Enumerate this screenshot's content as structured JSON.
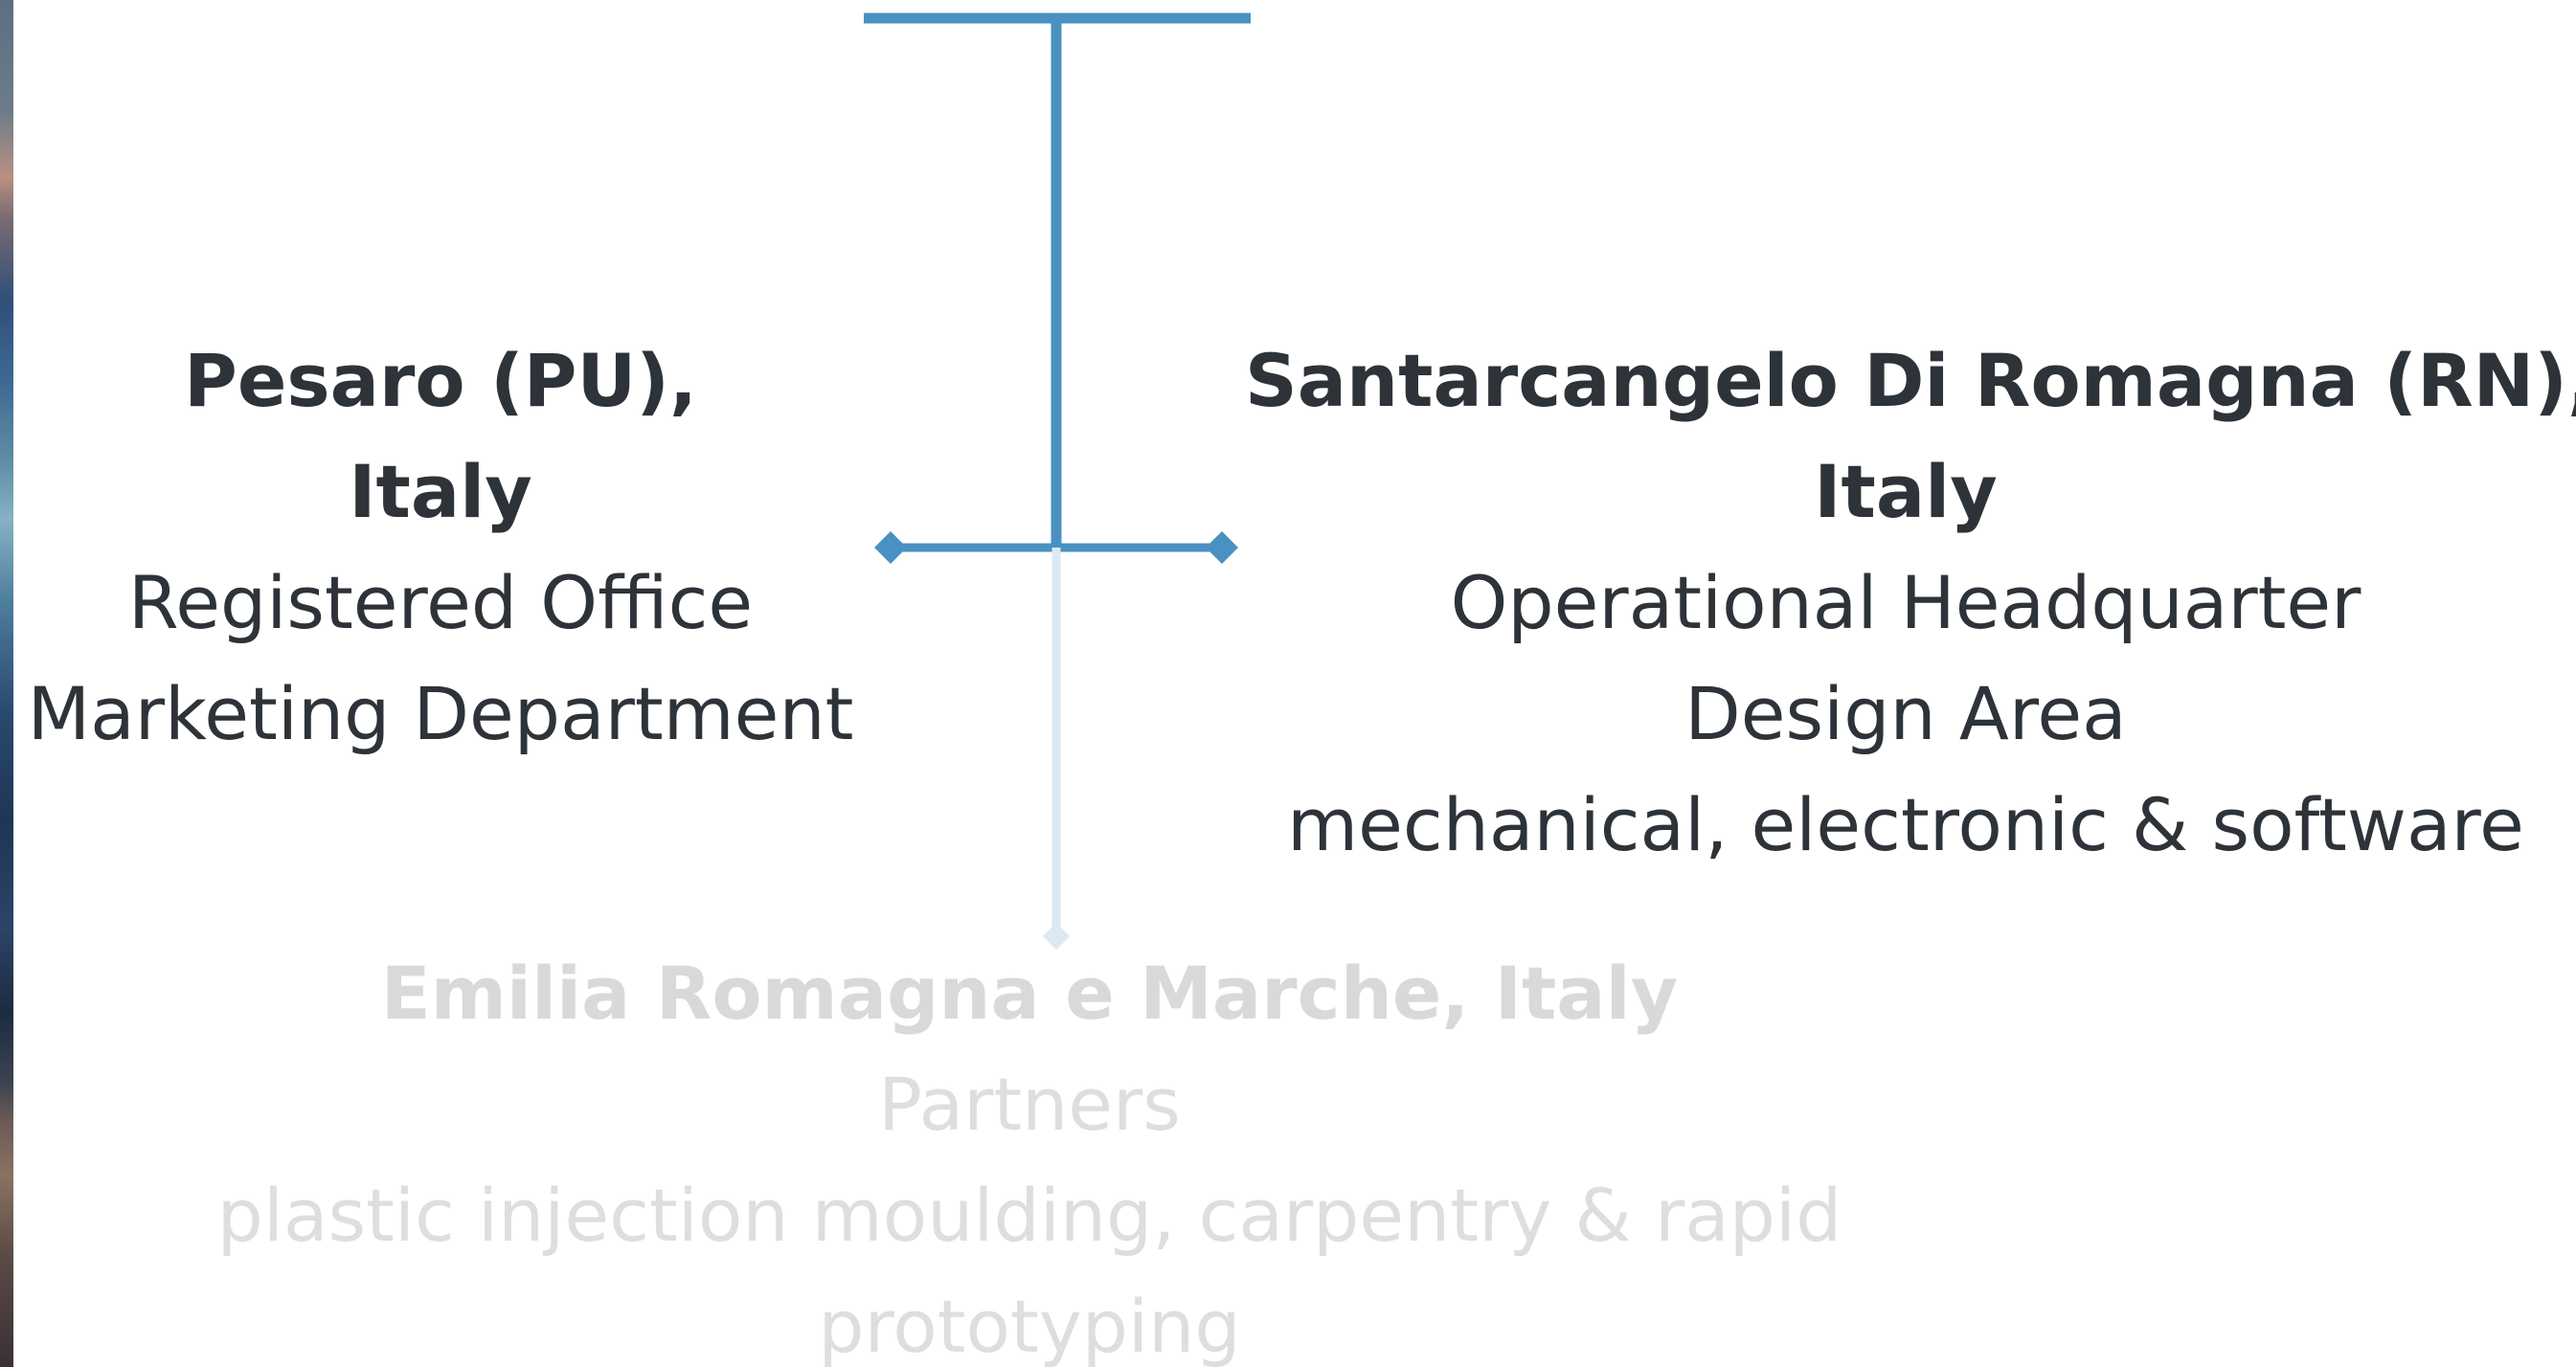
{
  "colors": {
    "accent": "#4a90c2",
    "accent_faded": "#dbe9f5",
    "text_dark": "#2d3338",
    "text_faded": "#dcdcdc"
  },
  "locations": {
    "left": {
      "title_line1": "Pesaro (PU),",
      "title_line2": "Italy",
      "sub_line1": "Registered Office",
      "sub_line2": "Marketing Department"
    },
    "right": {
      "title_line1": "Santarcangelo Di Romagna (RN),",
      "title_line2": "Italy",
      "sub_line1": "Operational Headquarter",
      "sub_line2": "Design Area",
      "sub_line3": "mechanical, electronic & software"
    },
    "bottom": {
      "title_line1": "Emilia Romagna e Marche, Italy",
      "sub_line1": "Partners",
      "sub_line2": "plastic injection moulding, carpentry & rapid",
      "sub_line3": "prototyping"
    }
  }
}
